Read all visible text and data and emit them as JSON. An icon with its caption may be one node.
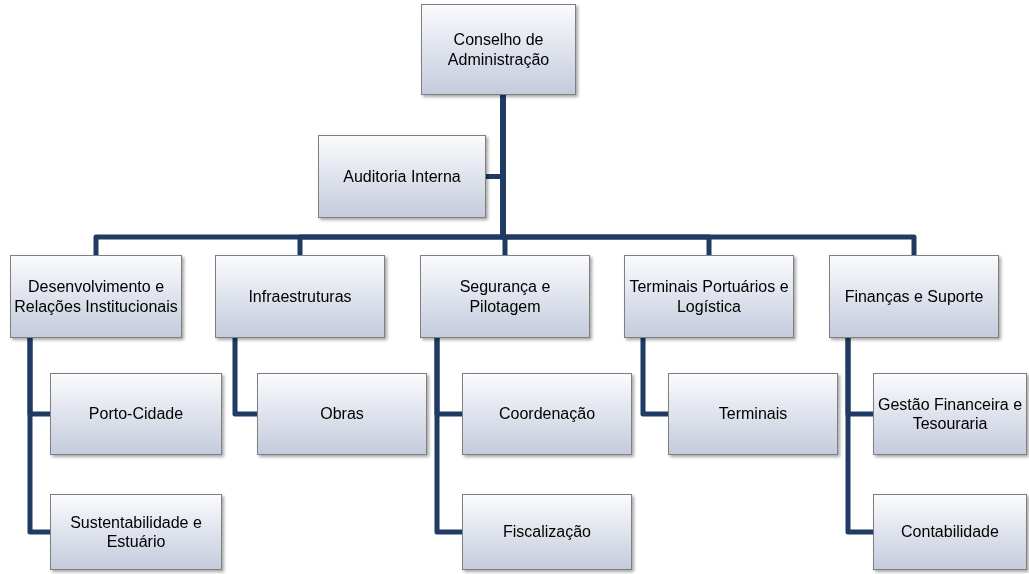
{
  "diagram": {
    "nodes": [
      {
        "text": [
          "Conselho de Administração"
        ]
      },
      {
        "text": [
          "Auditoria Interna"
        ]
      },
      {
        "text": [
          "Desenvolvimento e Relações Institucionais"
        ]
      },
      {
        "text": [
          "Infraestruturas"
        ]
      },
      {
        "text": [
          "Segurança e Pilotagem"
        ]
      },
      {
        "text": [
          "Terminais Portuários e Logística"
        ]
      },
      {
        "text": [
          "Finanças e Suporte"
        ]
      },
      {
        "text": [
          "Porto-Cidade"
        ]
      },
      {
        "text": [
          "Sustentabilidade e Estuário"
        ]
      },
      {
        "text": [
          "Obras"
        ]
      },
      {
        "text": [
          "Coordenação"
        ]
      },
      {
        "text": [
          "Fiscalização"
        ]
      },
      {
        "text": [
          "Terminais"
        ]
      },
      {
        "text": [
          "Gestão Financeira e Tesouraria"
        ]
      },
      {
        "text": [
          "Contabilidade"
        ]
      }
    ],
    "edges": [
      {
        "from": 0,
        "to": 1,
        "arrow": "none"
      },
      {
        "from": 0,
        "to": 2,
        "arrow": "none"
      },
      {
        "from": 0,
        "to": 3,
        "arrow": "none"
      },
      {
        "from": 0,
        "to": 4,
        "arrow": "none"
      },
      {
        "from": 0,
        "to": 5,
        "arrow": "none"
      },
      {
        "from": 0,
        "to": 6,
        "arrow": "none"
      },
      {
        "from": 2,
        "to": 7,
        "arrow": "none"
      },
      {
        "from": 2,
        "to": 8,
        "arrow": "none"
      },
      {
        "from": 3,
        "to": 9,
        "arrow": "none"
      },
      {
        "from": 4,
        "to": 10,
        "arrow": "none"
      },
      {
        "from": 4,
        "to": 11,
        "arrow": "none"
      },
      {
        "from": 5,
        "to": 12,
        "arrow": "none"
      },
      {
        "from": 6,
        "to": 13,
        "arrow": "none"
      },
      {
        "from": 6,
        "to": 14,
        "arrow": "none"
      }
    ]
  }
}
